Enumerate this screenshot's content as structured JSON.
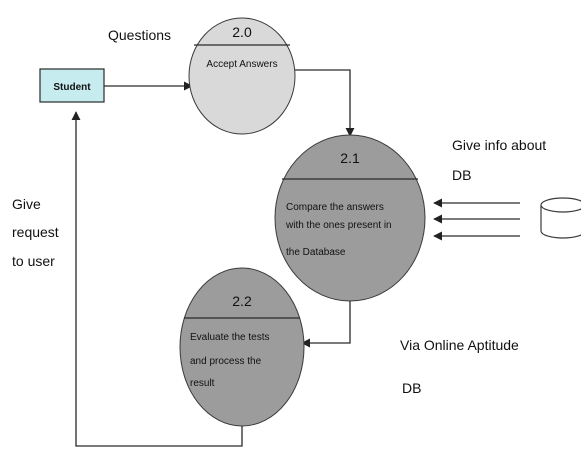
{
  "entity": {
    "label": "Student"
  },
  "processes": [
    {
      "number": "2.0",
      "lines": [
        "Accept Answers"
      ]
    },
    {
      "number": "2.1",
      "lines": [
        "Compare the answers",
        "with the ones present in",
        "the Database"
      ]
    },
    {
      "number": "2.2",
      "lines": [
        "Evaluate the tests",
        "and process the",
        "result"
      ]
    }
  ],
  "labels": {
    "questions": "Questions",
    "give_info": [
      "Give info about",
      "DB"
    ],
    "give_request": [
      "Give",
      "request",
      "to user"
    ],
    "via_online": "Via Online Aptitude",
    "db": "DB"
  },
  "colors": {
    "entity_fill": "#c6ecef",
    "process_light": "#d9d9d9",
    "process_dark": "#9c9c9c"
  }
}
